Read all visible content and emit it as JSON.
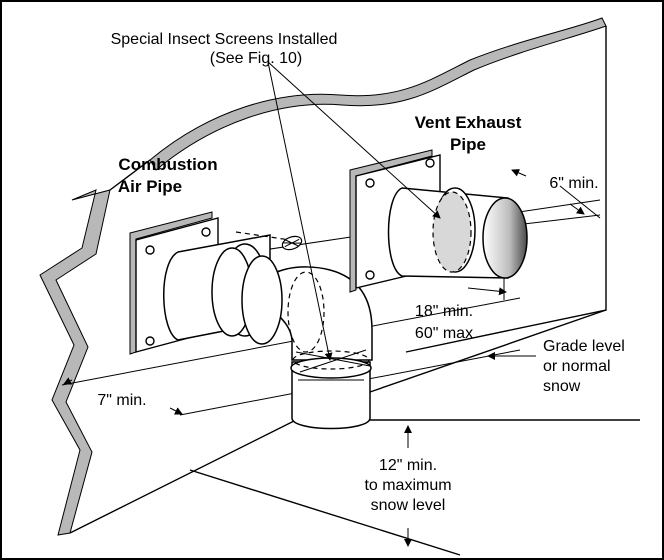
{
  "labels": {
    "screens_line1": "Special Insect Screens Installed",
    "screens_line2": "(See Fig. 10)",
    "vent_line1": "Vent Exhaust",
    "vent_line2": "Pipe",
    "comb_line1": "Combustion",
    "comb_line2": "Air Pipe",
    "dim_6": "6\" min.",
    "dim_18": "18\" min.",
    "dim_60": "60\" max",
    "grade_line1": "Grade level",
    "grade_line2": "or normal",
    "grade_line3": "snow",
    "dim_7": "7\" min.",
    "dim_12_line1": "12\" min.",
    "dim_12_line2": "to maximum",
    "dim_12_line3": "snow level"
  },
  "colors": {
    "line": "#000000",
    "strip": "#b8b8b8",
    "screen": "#d8d8d8"
  }
}
